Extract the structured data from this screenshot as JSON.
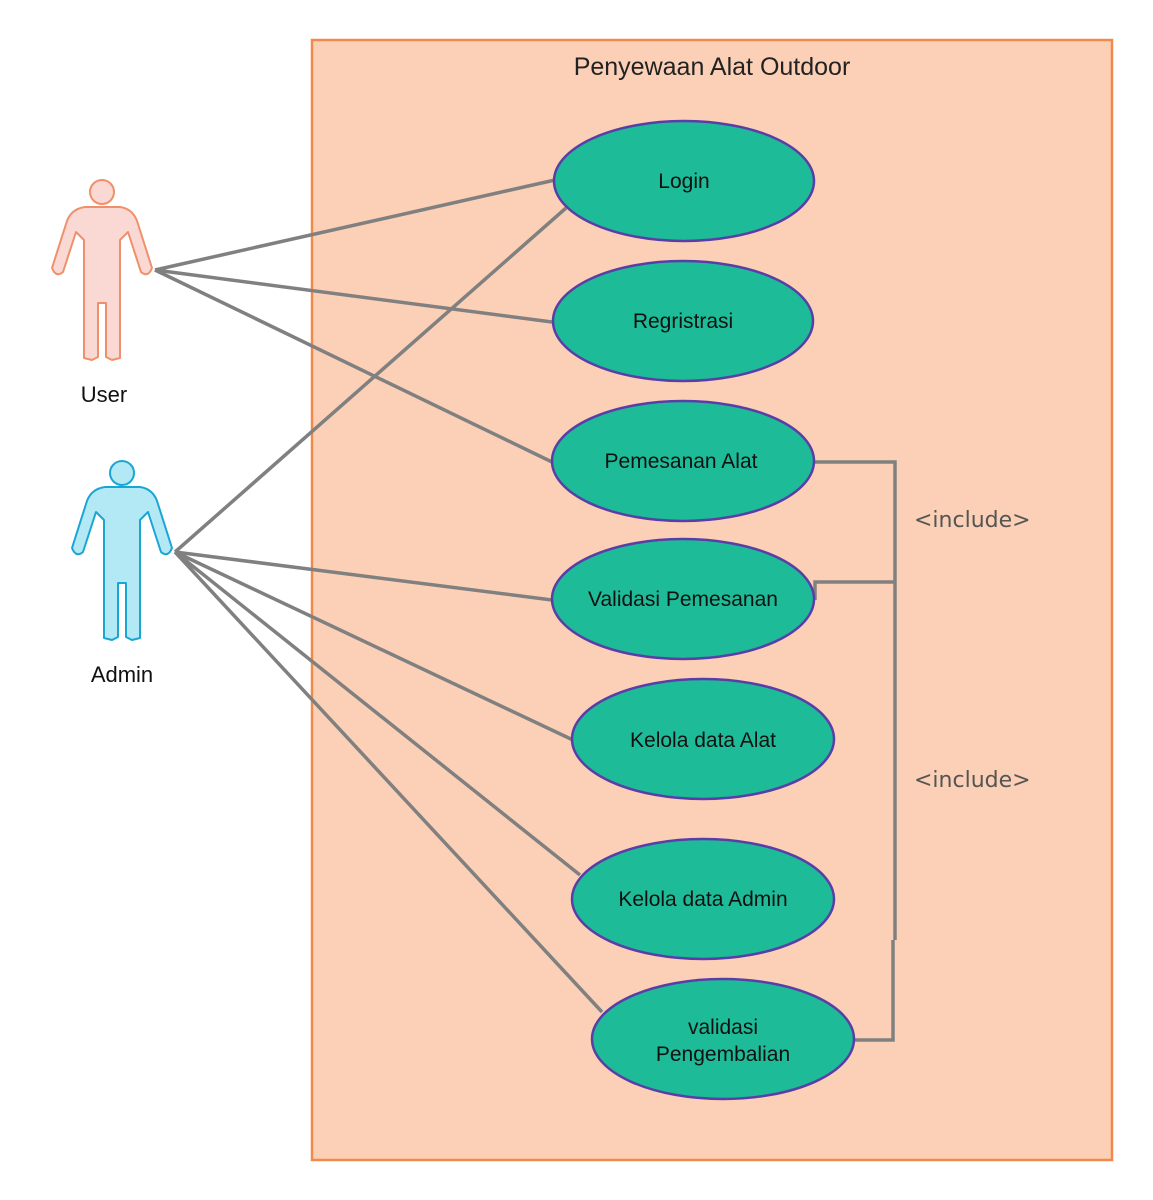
{
  "system": {
    "title": "Penyewaan Alat Outdoor"
  },
  "actors": {
    "user": "User",
    "admin": "Admin"
  },
  "use_cases": {
    "login": "Login",
    "registrasi": "Regristrasi",
    "pemesanan": "Pemesanan Alat",
    "validasi_pemesanan": "Validasi Pemesanan",
    "kelola_alat": "Kelola data Alat",
    "kelola_admin": "Kelola data Admin",
    "validasi_pengembalian_line1": "validasi",
    "validasi_pengembalian_line2": "Pengembalian"
  },
  "relations": {
    "include_1": "<include>",
    "include_2": "<include>"
  },
  "colors": {
    "system_fill": "#fcd0b6",
    "system_border": "#f08a4b",
    "use_case_fill": "#1dbb98",
    "use_case_border": "#5a3ea8",
    "line": "#808080",
    "user_fill": "#fad9d5",
    "user_stroke": "#f0906a",
    "admin_fill": "#b3e8f5",
    "admin_stroke": "#1aa6d4"
  }
}
